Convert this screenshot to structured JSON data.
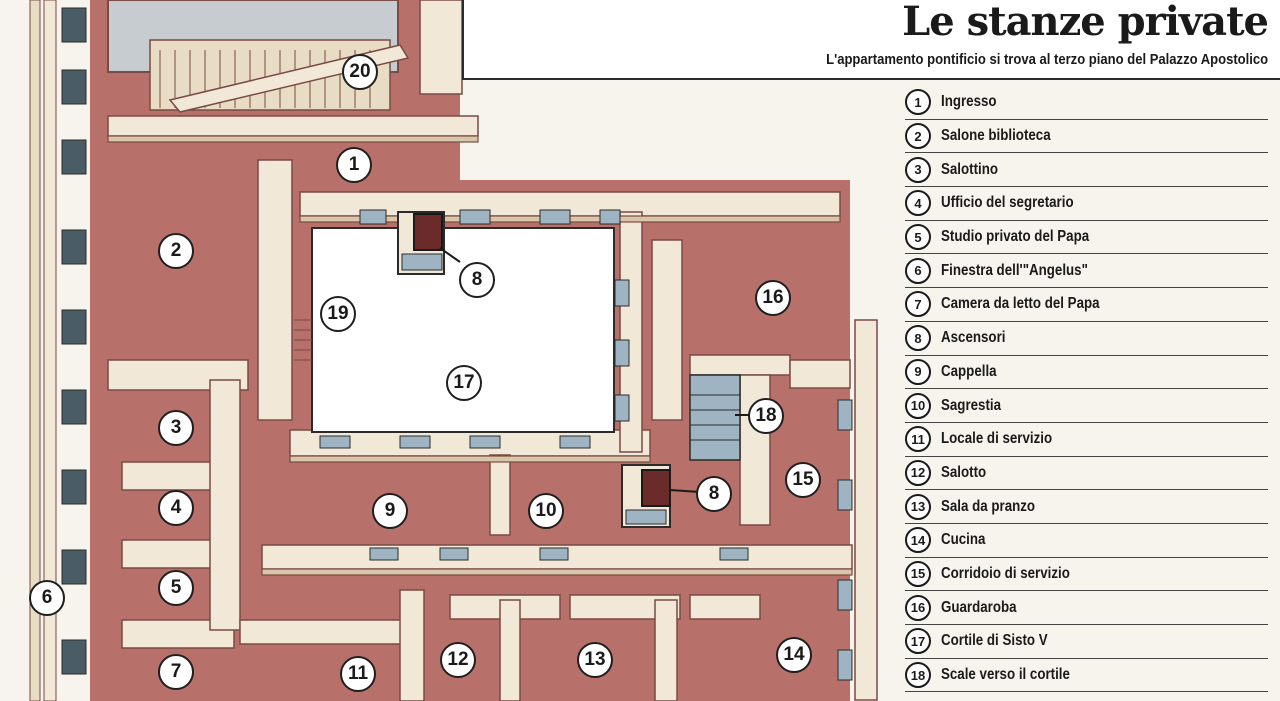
{
  "header": {
    "title": "Le stanze private",
    "subtitle": "L'appartamento pontificio si trova al terzo piano del Palazzo Apostolico"
  },
  "legend": [
    {
      "num": "1",
      "label": "Ingresso"
    },
    {
      "num": "2",
      "label": "Salone biblioteca"
    },
    {
      "num": "3",
      "label": "Salottino"
    },
    {
      "num": "4",
      "label": "Ufficio del segretario"
    },
    {
      "num": "5",
      "label": "Studio privato del Papa"
    },
    {
      "num": "6",
      "label": "Finestra dell'\"Angelus\""
    },
    {
      "num": "7",
      "label": "Camera da letto del Papa"
    },
    {
      "num": "8",
      "label": "Ascensori"
    },
    {
      "num": "9",
      "label": "Cappella"
    },
    {
      "num": "10",
      "label": "Sagrestia"
    },
    {
      "num": "11",
      "label": "Locale di servizio"
    },
    {
      "num": "12",
      "label": "Salotto"
    },
    {
      "num": "13",
      "label": "Sala da pranzo"
    },
    {
      "num": "14",
      "label": "Cucina"
    },
    {
      "num": "15",
      "label": "Corridoio di servizio"
    },
    {
      "num": "16",
      "label": "Guardaroba"
    },
    {
      "num": "17",
      "label": "Cortile di Sisto V"
    },
    {
      "num": "18",
      "label": "Scale verso il cortile"
    }
  ],
  "markers": [
    {
      "num": "1"
    },
    {
      "num": "2"
    },
    {
      "num": "3"
    },
    {
      "num": "4"
    },
    {
      "num": "5"
    },
    {
      "num": "6"
    },
    {
      "num": "7"
    },
    {
      "num": "8"
    },
    {
      "num": "8"
    },
    {
      "num": "9"
    },
    {
      "num": "10"
    },
    {
      "num": "11"
    },
    {
      "num": "12"
    },
    {
      "num": "13"
    },
    {
      "num": "14"
    },
    {
      "num": "15"
    },
    {
      "num": "16"
    },
    {
      "num": "17"
    },
    {
      "num": "18"
    },
    {
      "num": "19"
    },
    {
      "num": "20"
    }
  ],
  "colors": {
    "room": "#b8706a",
    "wall_light": "#f1e8d7",
    "wall_side": "#d9c6a8",
    "wall_edge": "#7a4a45",
    "glass": "#9fb4c2",
    "courtyard": "#ffffff",
    "ink": "#1a1a1a"
  }
}
